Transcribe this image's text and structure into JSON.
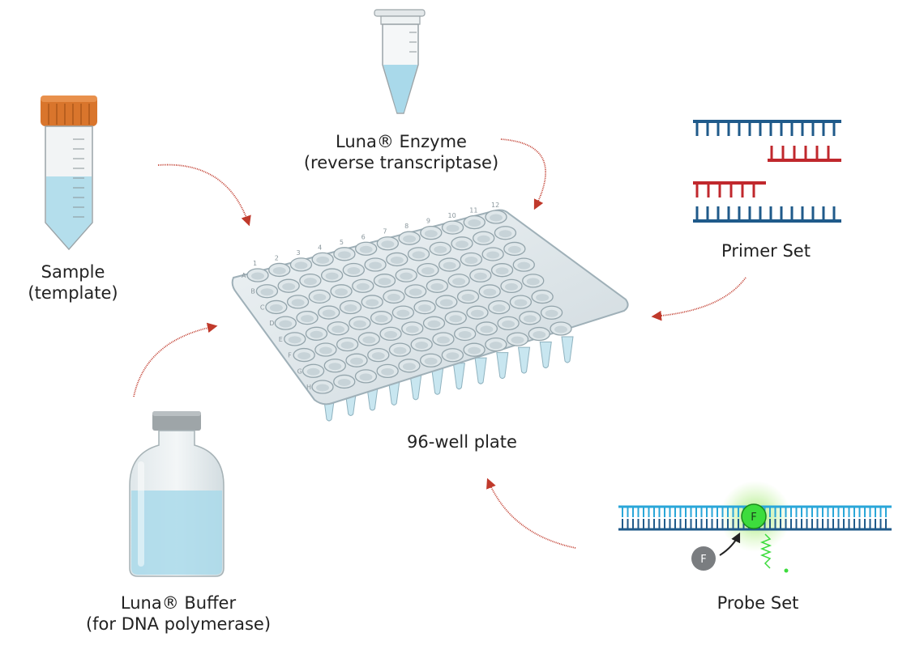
{
  "sample": {
    "line1": "Sample",
    "line2": "(template)"
  },
  "enzyme": {
    "line1": "Luna® Enzyme",
    "line2": "(reverse transcriptase)"
  },
  "primer": {
    "line1": "Primer Set"
  },
  "buffer": {
    "line1": "Luna® Buffer",
    "line2": "(for DNA polymerase)"
  },
  "probe": {
    "line1": "Probe Set",
    "fluor_label": "F",
    "quenched_label": "F"
  },
  "plate": {
    "label": "96-well plate",
    "rows": [
      "A",
      "B",
      "C",
      "D",
      "E",
      "F",
      "G",
      "H"
    ],
    "columns": [
      "1",
      "2",
      "3",
      "4",
      "5",
      "6",
      "7",
      "8",
      "9",
      "10",
      "11",
      "12"
    ]
  },
  "colors": {
    "arrow": "#c0392b",
    "dna_blue": "#1f5a8a",
    "dna_red": "#c0282d",
    "probe_blue": "#29a6d8",
    "fluor_green": "#3ddc3d",
    "tube_cap": "#d9752c",
    "liquid": "#a9d9ea"
  }
}
